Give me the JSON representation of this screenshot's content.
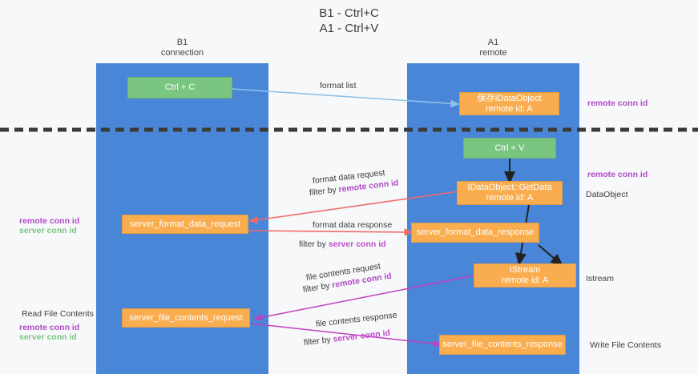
{
  "title": "B1 - Ctrl+C\nA1 - Ctrl+V",
  "colors": {
    "lane": "#4a86d8",
    "green_node": "#7ac57f",
    "orange_node": "#f9ad4e",
    "remote_conn_id": "#b04bc6",
    "server_conn_id_green": "#7ac57f",
    "server_conn_id_purple": "#c14bc6",
    "arrow_format_list": "#8ec3e8",
    "arrow_format_data": "#ef6b6b",
    "arrow_file_contents": "#c040c0",
    "divider": "#3a3a3a",
    "background": "#f7f8fa"
  },
  "columns": {
    "left": "B1\nconnection",
    "right": "A1\nremote"
  },
  "nodes": {
    "ctrl_c": "Ctrl + C",
    "ctrl_v": "Ctrl + V",
    "save_idataobject": "保存IDataObject\nremote id: A",
    "idataobject_getdata": "IDataObject::GetData\nremote id: A",
    "istream": "IStream\nremote id: A",
    "server_format_data_request": "server_format_data_request",
    "server_format_data_response": "server_format_data_response",
    "server_file_contents_request": "server_file_contents_request",
    "server_file_contents_response": "server_file_contents_response"
  },
  "edges": {
    "format_list": "format list",
    "format_data_request": "format data request",
    "format_data_request_filter_prefix": "filter by ",
    "format_data_request_filter_key": "remote conn id",
    "format_data_response": "format data response",
    "format_data_response_filter_prefix": "filter by ",
    "format_data_response_filter_key": "server conn id",
    "file_contents_request": "file contents request",
    "file_contents_request_filter_prefix": "filter by ",
    "file_contents_request_filter_key": "remote conn id",
    "file_contents_response": "file contents response",
    "file_contents_response_filter_prefix": "filter by ",
    "file_contents_response_filter_key": "server conn id"
  },
  "annotations": {
    "right_remote_conn_id_top": "remote conn id",
    "right_remote_conn_id_mid": "remote conn id",
    "right_dataobject": "DataObject",
    "right_istream": "Istream",
    "right_write_file_contents": "Write File Contents",
    "left_remote_conn_id": "remote conn id",
    "left_server_conn_id": "server conn id",
    "left_read_file_contents": "Read File Contents",
    "left_remote_conn_id_2": "remote conn id",
    "left_server_conn_id_2": "server conn id"
  }
}
